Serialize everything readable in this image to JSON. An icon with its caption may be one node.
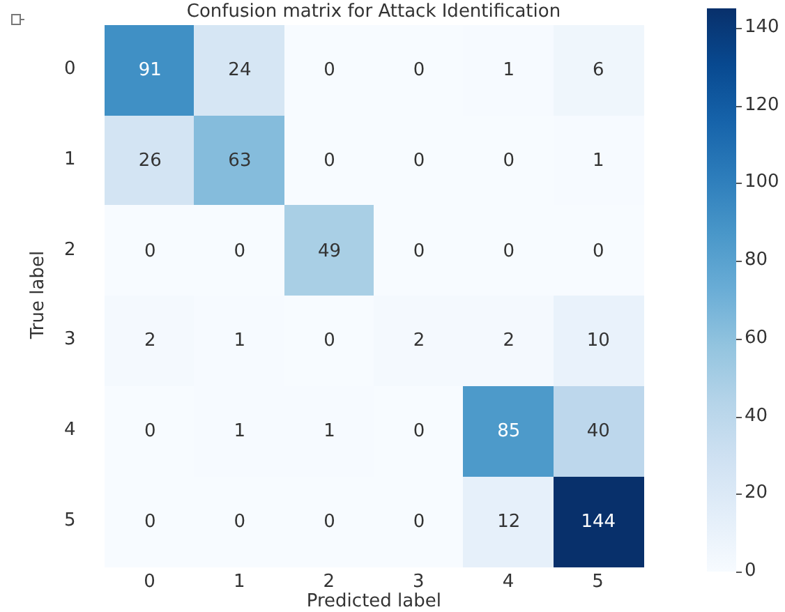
{
  "diagram": {
    "title": "Confusion matrix for Attack Identification",
    "labels": [
      "0",
      "91",
      "24",
      "0",
      "0",
      "1",
      "6",
      "1",
      "26",
      "63",
      "0",
      "0",
      "0",
      "1",
      "2",
      "0",
      "0",
      "49",
      "0",
      "0",
      "0",
      "3",
      "2",
      "1",
      "0",
      "2",
      "2",
      "10",
      "4",
      "0",
      "1",
      "1",
      "0",
      "85",
      "40",
      "5",
      "0",
      "0",
      "0",
      "0",
      "12",
      "144",
      "0",
      "1",
      "2",
      "3",
      "4",
      "5",
      "Predicted label",
      "True label",
      "140",
      "120",
      "100",
      "80",
      "60",
      "40",
      "20",
      "0"
    ]
  }
}
